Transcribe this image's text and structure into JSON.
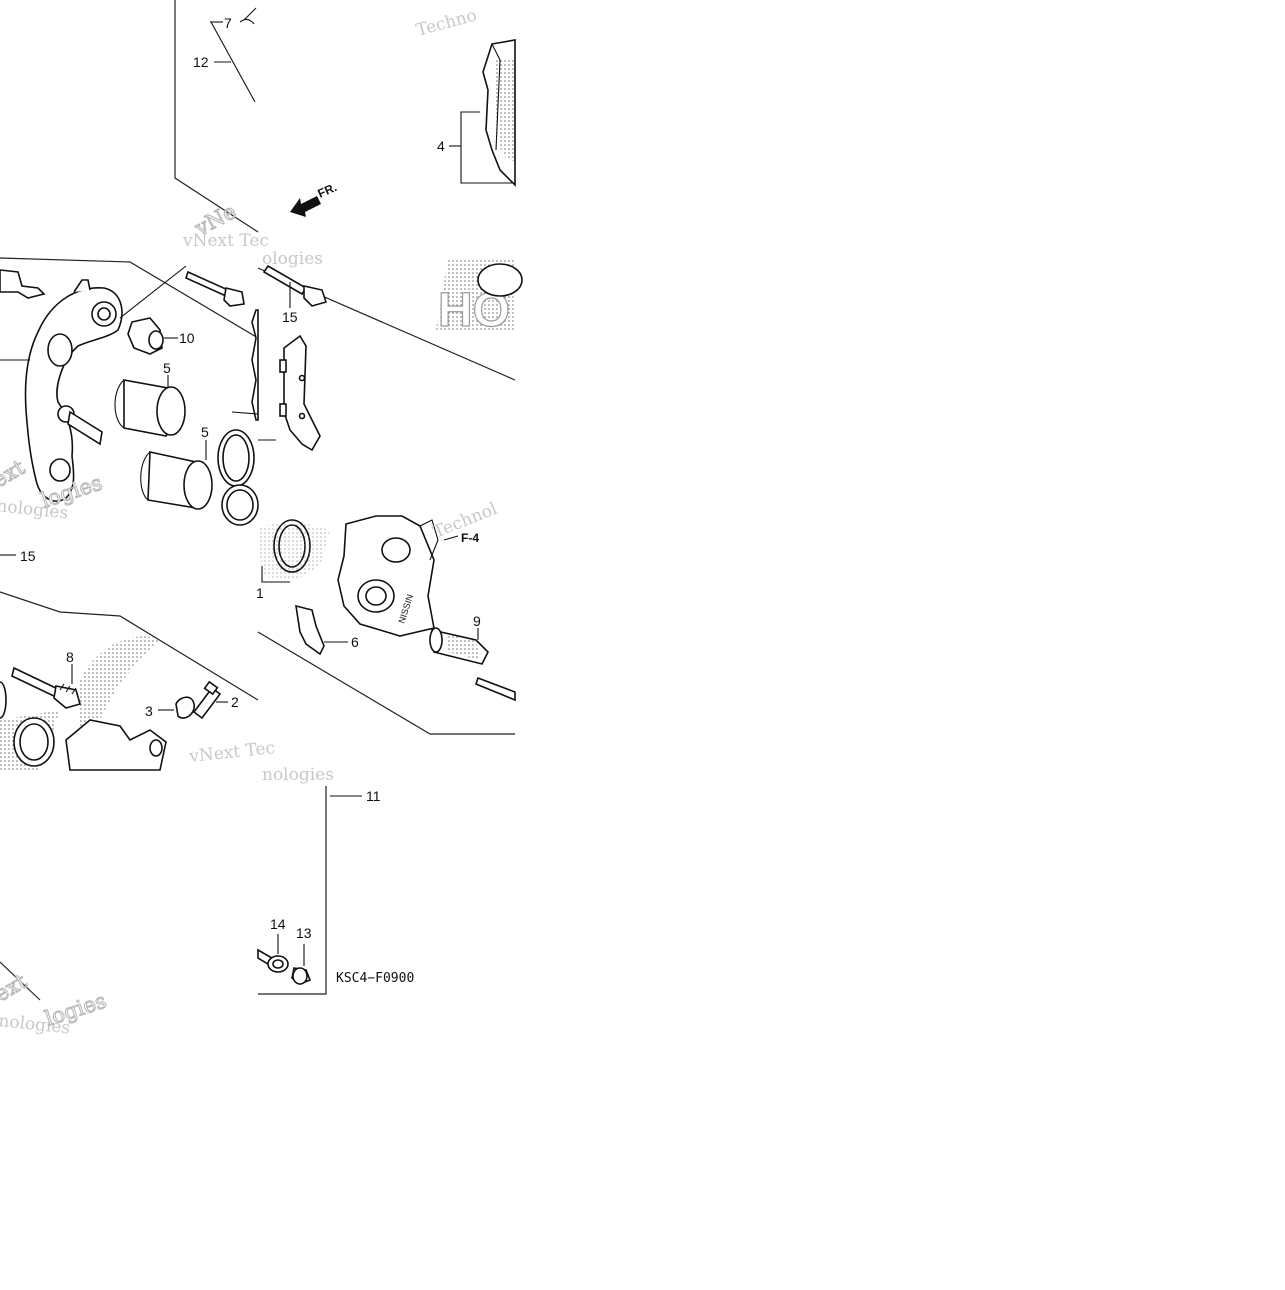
{
  "diagram": {
    "code": "KSC4−F0900",
    "direction_arrow": "FR.",
    "reference": "F-4",
    "callouts": [
      "7",
      "12",
      "4",
      "10",
      "5",
      "5",
      "15",
      "15",
      "8",
      "3",
      "2",
      "1",
      "6",
      "9",
      "11",
      "14",
      "13"
    ],
    "watermarks": {
      "wm_a": "Techno",
      "wm_b": "vNext Tec",
      "wm_c": "vNe",
      "wm_d": "logies",
      "wm_e": "ext",
      "wm_f": "nologies",
      "wm_g": "Technol",
      "wm_h": "vNext Tec",
      "wm_i": "ologies",
      "wm_j": "nologies",
      "wm_k": "ext"
    },
    "logo_text": "HO",
    "brand_text": "NISSIN"
  },
  "colors": {
    "ink": "#111111",
    "watermark": "#c8c8c8",
    "background": "#ffffff"
  }
}
